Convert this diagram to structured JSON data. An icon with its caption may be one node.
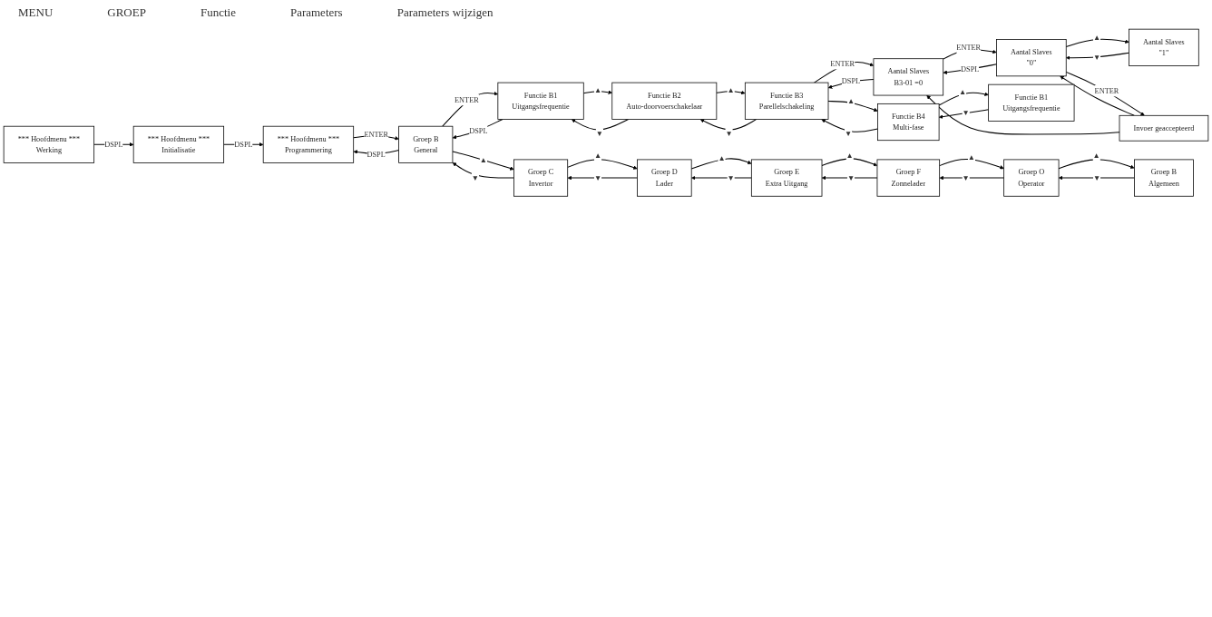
{
  "diagram": {
    "nodes": [
      {
        "text": [
          "*** Hoofdmenu ***",
          "Werking"
        ]
      },
      {
        "text": [
          "*** Hoofdmenu ***",
          "Initialisatie"
        ]
      },
      {
        "text": [
          "*** Hoofdmenu ***",
          "Programmering"
        ]
      },
      {
        "text": [
          "Groep B",
          "General"
        ]
      },
      {
        "text": [
          "Groep C",
          "Invertor"
        ]
      },
      {
        "text": [
          "Groep D",
          "Lader"
        ]
      },
      {
        "text": [
          "Groep E",
          "Extra Uitgang"
        ]
      },
      {
        "text": [
          "Groep F",
          "Zonnelader"
        ]
      },
      {
        "text": [
          "Groep O",
          "Operator"
        ]
      },
      {
        "text": [
          "Groep B",
          "Algemeen"
        ]
      },
      {
        "text": [
          "Functie B1",
          "Uitgangsfrequentie"
        ]
      },
      {
        "text": [
          "Functie B2",
          "Auto-doorvoerschakelaar"
        ]
      },
      {
        "text": [
          "Functie B3",
          "Parellelschakeling"
        ]
      },
      {
        "text": [
          "Functie B4",
          "Multi-fase"
        ]
      },
      {
        "text": [
          "Functie B1",
          "Uitgangsfrequentie"
        ]
      },
      {
        "text": [
          "Aantal Slaves",
          "B3-01 =0"
        ]
      },
      {
        "text": [
          "Aantal Slaves",
          "\"0\""
        ]
      },
      {
        "text": [
          "Aantal Slaves",
          "\"1\""
        ]
      },
      {
        "text": [
          "Invoer geaccepteerd"
        ]
      }
    ],
    "edges": [
      {
        "from": 0,
        "to": 1,
        "arrow": "to",
        "label": "DSPL"
      },
      {
        "from": 1,
        "to": 2,
        "arrow": "to",
        "label": "DSPL"
      },
      {
        "from": 2,
        "to": 3,
        "arrow": "to",
        "label": "ENTER"
      },
      {
        "from": 3,
        "to": 2,
        "arrow": "to",
        "label": "DSPL"
      },
      {
        "from": 3,
        "to": 10,
        "arrow": "to",
        "label": "ENTER"
      },
      {
        "from": 10,
        "to": 3,
        "arrow": "to",
        "label": "DSPL"
      },
      {
        "from": 3,
        "to": 4,
        "arrow": "to",
        "label": "▲"
      },
      {
        "from": 4,
        "to": 3,
        "arrow": "to",
        "label": "▼"
      },
      {
        "from": 4,
        "to": 5,
        "arrow": "to",
        "label": "▲"
      },
      {
        "from": 5,
        "to": 4,
        "arrow": "to",
        "label": "▼"
      },
      {
        "from": 5,
        "to": 6,
        "arrow": "to",
        "label": "▲"
      },
      {
        "from": 6,
        "to": 5,
        "arrow": "to",
        "label": "▼"
      },
      {
        "from": 6,
        "to": 7,
        "arrow": "to",
        "label": "▲"
      },
      {
        "from": 7,
        "to": 6,
        "arrow": "to",
        "label": "▼"
      },
      {
        "from": 7,
        "to": 8,
        "arrow": "to",
        "label": "▲"
      },
      {
        "from": 8,
        "to": 7,
        "arrow": "to",
        "label": "▼"
      },
      {
        "from": 8,
        "to": 9,
        "arrow": "to",
        "label": "▲"
      },
      {
        "from": 9,
        "to": 8,
        "arrow": "to",
        "label": "▼"
      },
      {
        "from": 10,
        "to": 11,
        "arrow": "to",
        "label": "▲"
      },
      {
        "from": 11,
        "to": 10,
        "arrow": "to",
        "label": "▼"
      },
      {
        "from": 11,
        "to": 12,
        "arrow": "to",
        "label": "▲"
      },
      {
        "from": 12,
        "to": 11,
        "arrow": "to",
        "label": "▼"
      },
      {
        "from": 12,
        "to": 13,
        "arrow": "to",
        "label": "▲"
      },
      {
        "from": 13,
        "to": 12,
        "arrow": "to",
        "label": "▼"
      },
      {
        "from": 13,
        "to": 14,
        "arrow": "to",
        "label": "▲"
      },
      {
        "from": 14,
        "to": 13,
        "arrow": "to",
        "label": "▼"
      },
      {
        "from": 12,
        "to": 15,
        "arrow": "to",
        "label": "ENTER"
      },
      {
        "from": 15,
        "to": 12,
        "arrow": "to",
        "label": "DSPL"
      },
      {
        "from": 15,
        "to": 16,
        "arrow": "to",
        "label": "ENTER"
      },
      {
        "from": 16,
        "to": 15,
        "arrow": "to",
        "label": "DSPL"
      },
      {
        "from": 16,
        "to": 17,
        "arrow": "to",
        "label": "▲"
      },
      {
        "from": 17,
        "to": 16,
        "arrow": "to",
        "label": "▼"
      },
      {
        "from": 16,
        "to": 18,
        "arrow": "to",
        "label": "ENTER"
      },
      {
        "from": 18,
        "to": 16,
        "arrow": "to"
      },
      {
        "from": 18,
        "to": 15,
        "arrow": "to"
      }
    ],
    "labels": [
      "MENU",
      "GROEP",
      "Functie",
      "Parameters",
      "Parameters wijzigen"
    ]
  }
}
